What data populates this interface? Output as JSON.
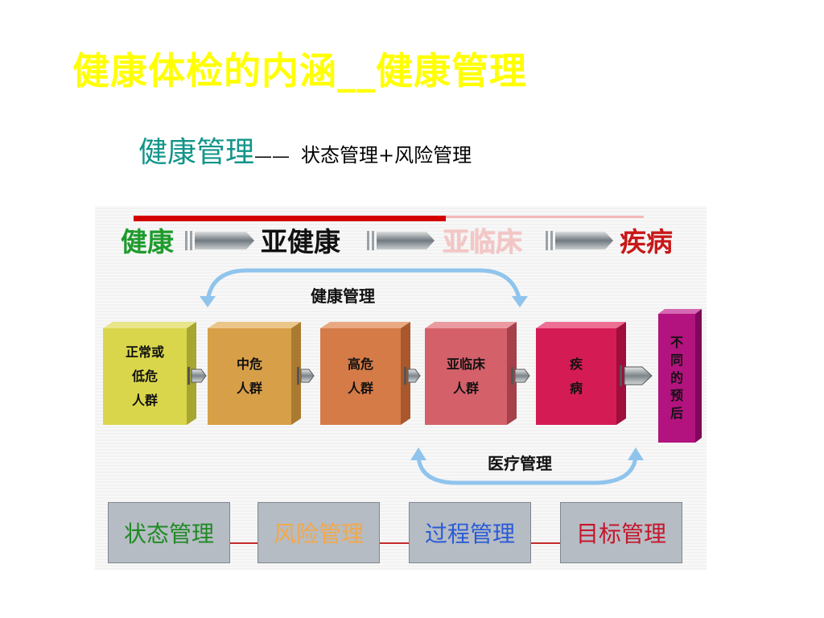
{
  "title": "健康体检的内涵__健康管理",
  "subtitle": {
    "main": "健康管理",
    "dash": "——",
    "rest": "状态管理+风险管理"
  },
  "stages": [
    "健康",
    "亚健康",
    "亚临床",
    "疾病"
  ],
  "arcs": {
    "health_management": "健康管理",
    "medical_management": "医疗管理"
  },
  "boxes": [
    {
      "lines": [
        "正常或",
        "低危",
        "人群"
      ],
      "color": "#d9d64c"
    },
    {
      "lines": [
        "中危",
        "人群"
      ],
      "color": "#d89f49"
    },
    {
      "lines": [
        "高危",
        "人群"
      ],
      "color": "#d57b47"
    },
    {
      "lines": [
        "亚临床",
        "人群"
      ],
      "color": "#d4606a"
    },
    {
      "lines": [
        "疾",
        "病"
      ],
      "color": "#d51b54"
    },
    {
      "lines": [
        "不",
        "同",
        "的",
        "预",
        "后"
      ],
      "color": "#b2137e"
    }
  ],
  "management_steps": [
    "状态管理",
    "风险管理",
    "过程管理",
    "目标管理"
  ],
  "colors": {
    "title": "#ffff00",
    "subtitle_main": "#12958a",
    "stage_health": "#1f9b2d",
    "stage_disease": "#c81818",
    "arc_blue": "#8fc4ec"
  }
}
